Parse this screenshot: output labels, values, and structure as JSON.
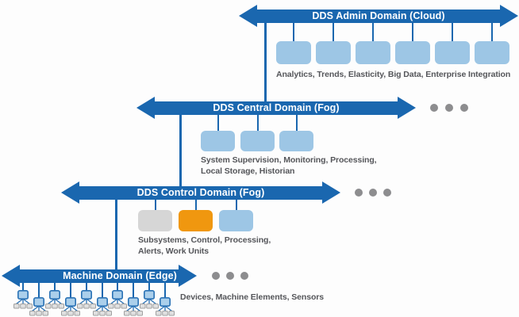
{
  "colors": {
    "arrow_blue": "#1a67af",
    "box_light_blue": "#9dc6e5",
    "box_gray": "#d6d6d6",
    "box_orange": "#f0970f",
    "caption_gray": "#55565a",
    "dot_gray": "#8d8d8f",
    "device_fill": "#abcfeb",
    "device_border": "#2a72b5",
    "sensor_fill": "#e0e0e0",
    "sensor_border": "#a0a0a0"
  },
  "tiers": {
    "admin": {
      "title": "DDS Admin Domain (Cloud)",
      "caption": "Analytics, Trends, Elasticity, Big Data, Enterprise Integration",
      "box_count": 6,
      "box_colors": [
        "#9dc6e5",
        "#9dc6e5",
        "#9dc6e5",
        "#9dc6e5",
        "#9dc6e5",
        "#9dc6e5"
      ],
      "ellipsis_dots": 0
    },
    "central": {
      "title": "DDS Central Domain (Fog)",
      "caption_line1": "System Supervision, Monitoring, Processing,",
      "caption_line2": "Local Storage, Historian",
      "box_count": 3,
      "box_colors": [
        "#9dc6e5",
        "#9dc6e5",
        "#9dc6e5"
      ],
      "ellipsis_dots": 3
    },
    "control": {
      "title": "DDS Control Domain (Fog)",
      "caption_line1": "Subsystems, Control, Processing,",
      "caption_line2": "Alerts, Work Units",
      "box_count": 3,
      "box_colors": [
        "#d6d6d6",
        "#f0970f",
        "#9dc6e5"
      ],
      "ellipsis_dots": 3
    },
    "machine": {
      "title": "Machine Domain (Edge)",
      "caption": "Devices, Machine Elements, Sensors",
      "device_count": 10,
      "ellipsis_dots": 3
    }
  }
}
